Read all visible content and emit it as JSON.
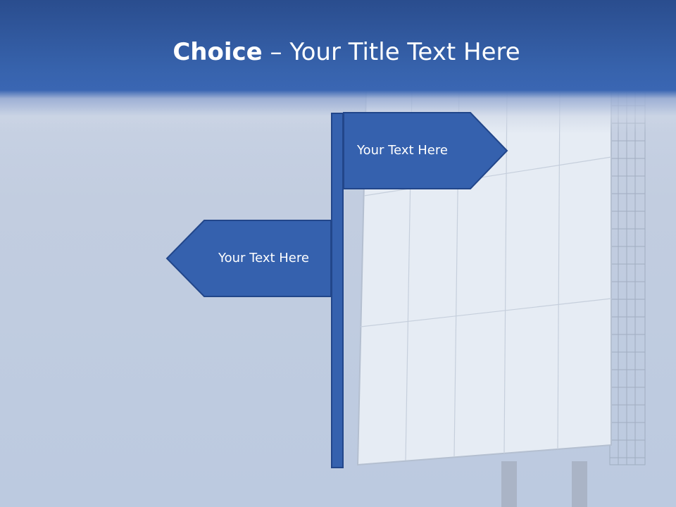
{
  "slide": {
    "title_bold": "Choice",
    "title_rest": " – Your Title Text Here"
  },
  "signs": {
    "right_label": "Your Text Here",
    "left_label": "Your Text Here"
  },
  "colors": {
    "header": "#3763ad",
    "sign_fill": "#3561ae",
    "sign_border": "#22468a",
    "text": "#ffffff"
  }
}
